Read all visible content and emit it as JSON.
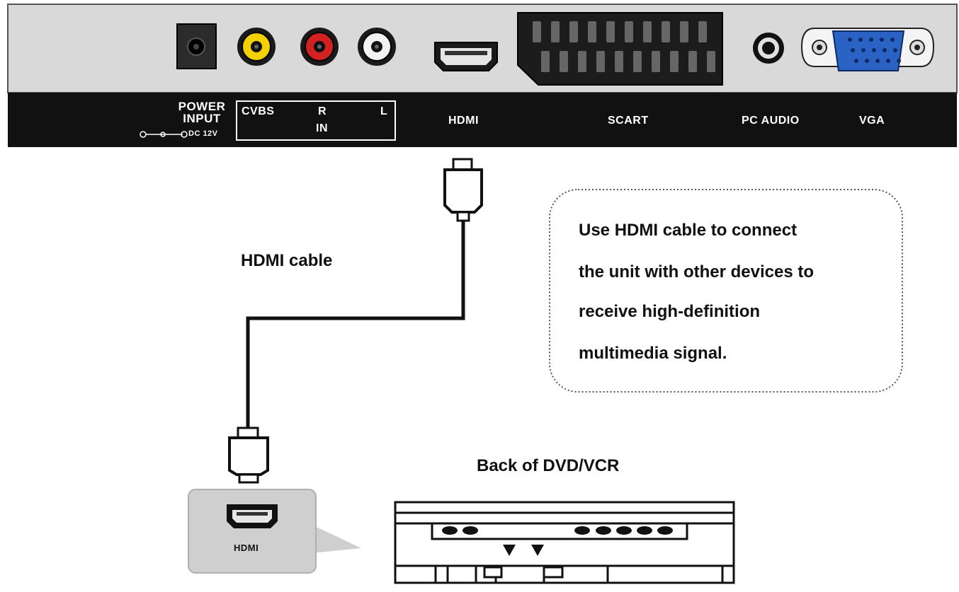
{
  "panel": {
    "power_label_line1": "POWER",
    "power_label_line2": "INPUT",
    "power_dc": "DC 12V",
    "cvbs_label": "CVBS",
    "r_label": "R",
    "l_label": "L",
    "in_label": "IN",
    "hdmi_label": "HDMI",
    "scart_label": "SCART",
    "pc_audio_label": "PC AUDIO",
    "vga_label": "VGA"
  },
  "cable_label": "HDMI cable",
  "note": {
    "lines": [
      "Use HDMI cable to connect",
      "the unit with other devices to",
      "receive high-definition",
      "multimedia signal."
    ]
  },
  "device_label": "Back of DVD/VCR",
  "device_port_label": "HDMI",
  "colors": {
    "panel_gray": "#d9d9d9",
    "label_strip": "#111111",
    "rca_yellow": "#f4d000",
    "rca_red": "#d32020",
    "rca_white": "#f2f2f2",
    "vga_blue": "#2a63c4",
    "callout_gray": "#cfcfcf"
  }
}
